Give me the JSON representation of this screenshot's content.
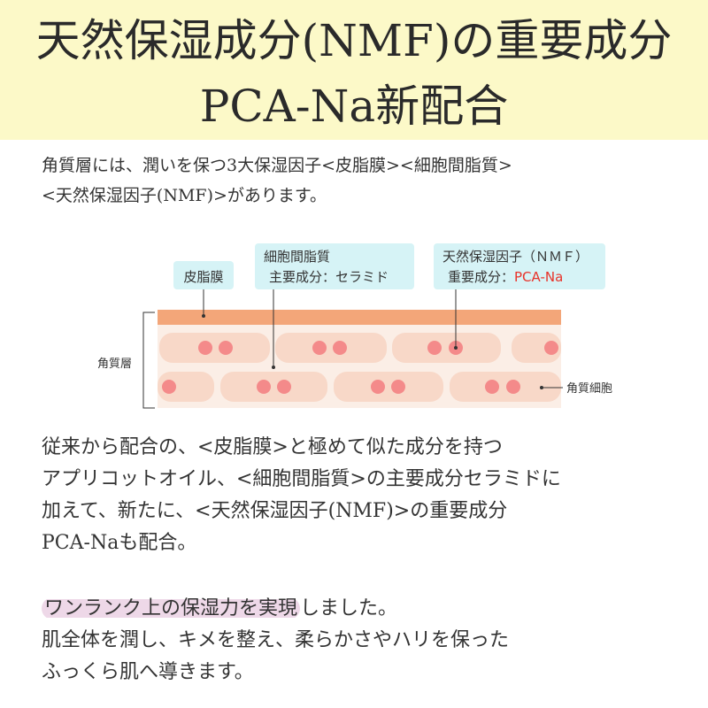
{
  "header": {
    "title_line1": "天然保湿成分(NMF)の重要成分",
    "title_line2": "PCA-Na新配合"
  },
  "intro": {
    "line1": "角質層には、潤いを保つ3大保湿因子<皮脂膜><細胞間脂質>",
    "line2": "<天然保湿因子(NMF)>があります。"
  },
  "diagram": {
    "label_sebum": "皮脂膜",
    "label_lipid_title": "細胞間脂質",
    "label_lipid_sub": "主要成分：セラミド",
    "label_nmf_title": "天然保湿因子（ＮＭＦ）",
    "label_nmf_sub_prefix": "重要成分：",
    "label_nmf_sub_highlight": "PCA-Na",
    "label_stratum": "角質層",
    "label_cell": "角質細胞",
    "colors": {
      "label_bg": "#d6f3f6",
      "sebum": "#f3a679",
      "layer_bg": "#fbeee6",
      "cell": "#f8d8c8",
      "dot": "#f48a8a",
      "highlight_text": "#e8332a"
    }
  },
  "body": {
    "p1_line1": "従来から配合の、<皮脂膜>と極めて似た成分を持つ",
    "p1_line2": "アプリコットオイル、<細胞間脂質>の主要成分セラミドに",
    "p1_line3": "加えて、新たに、<天然保湿因子(NMF)>の重要成分",
    "p1_line4": "PCA-Naも配合。",
    "p2_highlight": "ワンランク上の保湿力を実現",
    "p2_line1_rest": "しました。",
    "p2_line2": "肌全体を潤し、キメを整え、柔らかさやハリを保った",
    "p2_line3": "ふっくら肌へ導きます。"
  }
}
